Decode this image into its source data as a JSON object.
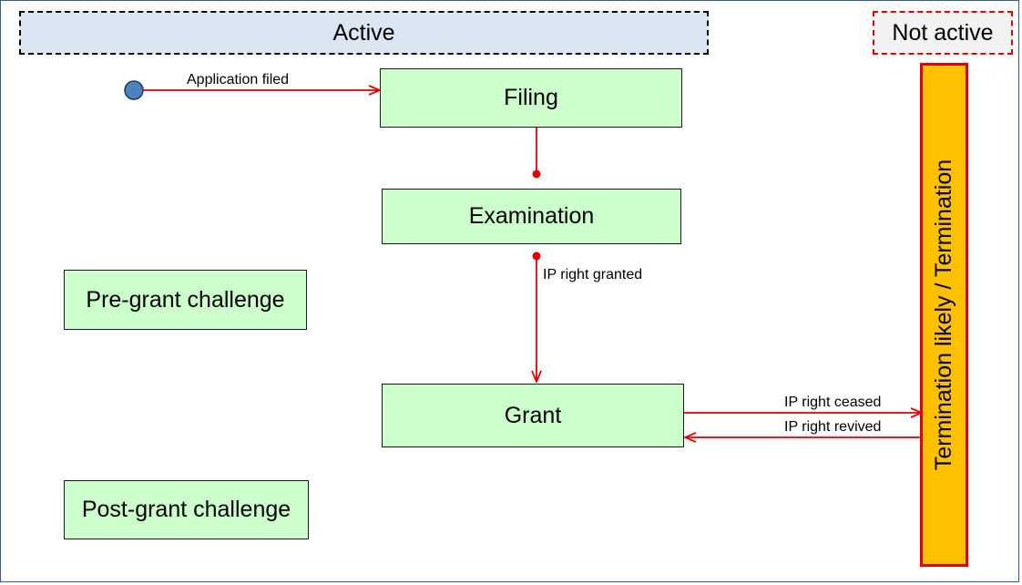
{
  "diagram": {
    "banners": {
      "active": "Active",
      "not_active": "Not active"
    },
    "states": {
      "filing": "Filing",
      "examination": "Examination",
      "grant": "Grant",
      "pre_grant_challenge": "Pre-grant challenge",
      "post_grant_challenge": "Post-grant challenge",
      "termination": "Termination likely / Termination"
    },
    "transitions": {
      "application_filed": "Application filed",
      "ip_right_granted": "IP right granted",
      "ip_right_ceased": "IP right ceased",
      "ip_right_revived": "IP right revived"
    },
    "colors": {
      "active_fill": "#dce6f2",
      "state_fill": "#ccffcc",
      "termination_fill": "#ffc000",
      "arrow": "#e00000",
      "start_node": "#4f81bd"
    }
  }
}
